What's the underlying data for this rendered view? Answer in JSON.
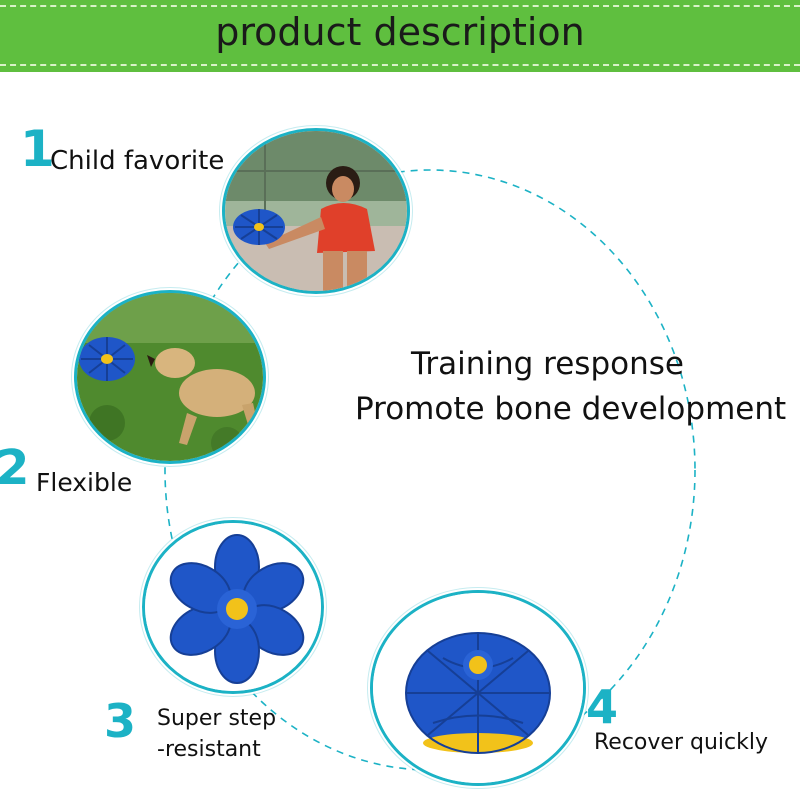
{
  "header": {
    "title": "product description"
  },
  "features": [
    {
      "number": "1",
      "label": "Child favorite"
    },
    {
      "number": "2",
      "label": "Flexible"
    },
    {
      "number": "3",
      "label_line1": "Super step",
      "label_line2": "-resistant"
    },
    {
      "number": "4",
      "label": "Recover quickly"
    }
  ],
  "center": {
    "line1": "Training response",
    "line2": "Promote bone development"
  },
  "colors": {
    "banner": "#5fbf3f",
    "accent": "#1cb2c5",
    "ball": "#1f56c8",
    "ball_center": "#f2c21a"
  }
}
